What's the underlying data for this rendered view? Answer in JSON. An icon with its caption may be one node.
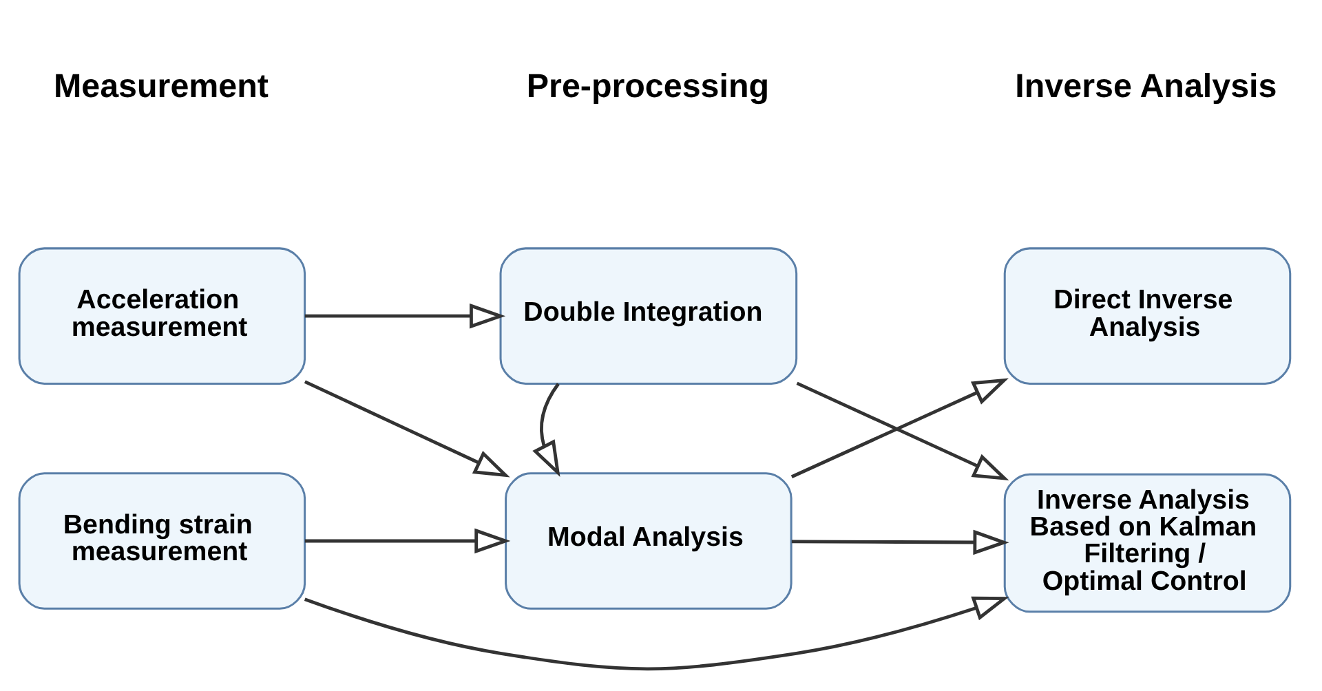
{
  "diagram": {
    "nodes": [
      {
        "text": [
          "Acceleration measurement"
        ]
      },
      {
        "text": [
          "Bending strain measurement"
        ]
      },
      {
        "text": [
          "Double Integration"
        ]
      },
      {
        "text": [
          "Modal Analysis"
        ]
      },
      {
        "text": [
          "Direct Inverse Analysis"
        ]
      },
      {
        "text": [
          "Inverse Analysis Based on Kalman Filtering / Optimal Control"
        ]
      }
    ],
    "edges": [
      {
        "from": 0,
        "to": 2,
        "arrow": "to"
      },
      {
        "from": 0,
        "to": 3,
        "arrow": "to"
      },
      {
        "from": 2,
        "to": 3,
        "arrow": "to"
      },
      {
        "from": 1,
        "to": 3,
        "arrow": "to"
      },
      {
        "from": 1,
        "to": 5,
        "arrow": "to"
      },
      {
        "from": 2,
        "to": 5,
        "arrow": "to"
      },
      {
        "from": 3,
        "to": 4,
        "arrow": "to"
      },
      {
        "from": 3,
        "to": 5,
        "arrow": "to"
      }
    ],
    "labels": [
      "Measurement",
      "Pre-processing",
      "Inverse Analysis"
    ]
  }
}
